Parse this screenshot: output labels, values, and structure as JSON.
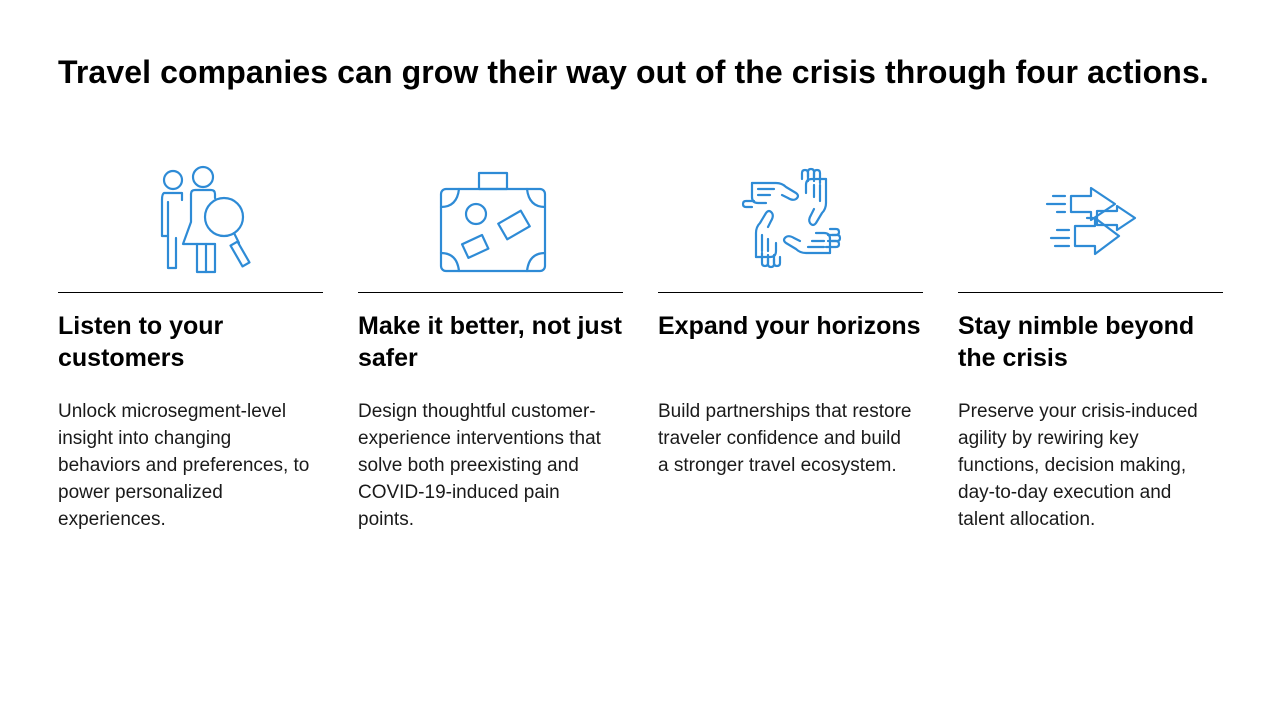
{
  "title": "Travel companies can grow their way out of the crisis through four actions.",
  "colors": {
    "icon_stroke": "#2e8bd6",
    "text": "#000000",
    "divider": "#000000"
  },
  "actions": [
    {
      "icon": "customers-magnifier-icon",
      "heading": "Listen to your customers",
      "body": "Unlock microsegment-level insight into changing behaviors and preferences, to power personalized experiences."
    },
    {
      "icon": "suitcase-icon",
      "heading": "Make it better, not just safer",
      "body": "Design thoughtful customer-experience interventions that solve both preexisting and COVID-19-induced pain points."
    },
    {
      "icon": "linked-hands-icon",
      "heading": "Expand your horizons",
      "body": "Build partnerships that restore traveler confidence and build a stronger travel ecosystem."
    },
    {
      "icon": "forward-arrows-icon",
      "heading": "Stay nimble beyond the crisis",
      "body": "Preserve your crisis-induced agility by rewiring key functions, decision making, day-to-day execution and talent allocation."
    }
  ]
}
